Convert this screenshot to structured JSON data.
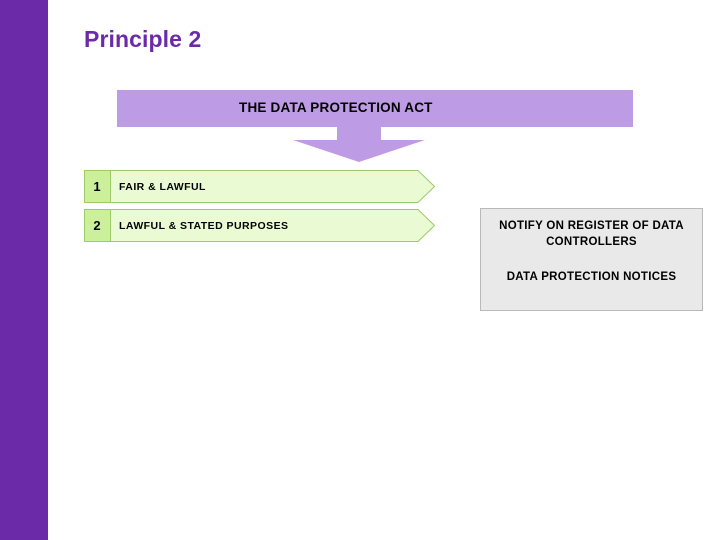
{
  "slide": {
    "title": "Principle 2",
    "accent_color": "#6B2BA8",
    "background_color": "#FFFFFF"
  },
  "sidebar": {
    "name": "left-accent-bar",
    "color": "#6B2BA8"
  },
  "banner": {
    "label": "THE DATA PROTECTION ACT",
    "fill_color": "#BE9BE5",
    "text_color": "#000000",
    "arrow_direction": "down"
  },
  "principles": {
    "number_box_color": "#CCEF9C",
    "body_color": "#EAFBD4",
    "border_color": "#9CCB6A",
    "rows": [
      {
        "number": "1",
        "label": "FAIR & LAWFUL"
      },
      {
        "number": "2",
        "label": "LAWFUL & STATED PURPOSES"
      }
    ]
  },
  "note_box": {
    "fill_color": "#E9E9E9",
    "border_color": "#B9B9B9",
    "line_1": "NOTIFY ON REGISTER OF DATA CONTROLLERS",
    "line_2": "DATA PROTECTION NOTICES"
  }
}
